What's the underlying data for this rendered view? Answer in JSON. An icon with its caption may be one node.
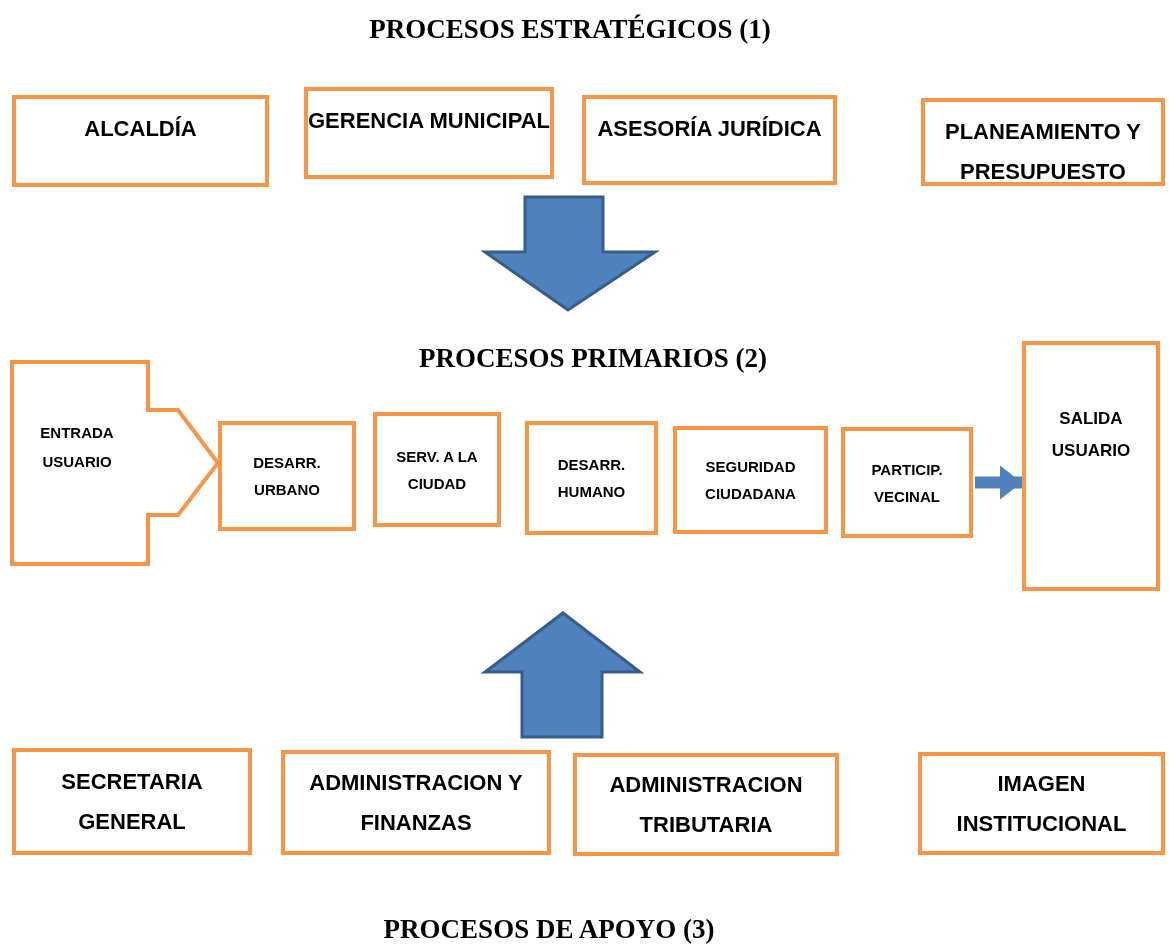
{
  "diagram": {
    "nodes": [
      {
        "text": [
          "ALCALDÍA"
        ]
      },
      {
        "text": [
          "GERENCIA MUNICIPAL"
        ]
      },
      {
        "text": [
          "ASESORÍA JURÍDICA"
        ]
      },
      {
        "text": [
          "PLANEAMIENTO Y PRESUPUESTO"
        ]
      },
      {
        "text": [
          "ENTRADA USUARIO"
        ]
      },
      {
        "text": [
          "DESARR. URBANO"
        ]
      },
      {
        "text": [
          "SERV. A LA CIUDAD"
        ]
      },
      {
        "text": [
          "DESARR. HUMANO"
        ]
      },
      {
        "text": [
          "SEGURIDAD CIUDADANA"
        ]
      },
      {
        "text": [
          "PARTICIP. VECINAL"
        ]
      },
      {
        "text": [
          "SALIDA USUARIO"
        ]
      },
      {
        "text": [
          "SECRETARIA GENERAL"
        ]
      },
      {
        "text": [
          "ADMINISTRACION Y FINANZAS"
        ]
      },
      {
        "text": [
          "ADMINISTRACION TRIBUTARIA"
        ]
      },
      {
        "text": [
          "IMAGEN INSTITUCIONAL"
        ]
      }
    ],
    "edges": [
      {
        "from": 9,
        "to": 10,
        "arrow": "to"
      }
    ],
    "labels": [
      "PROCESOS ESTRATÉGICOS (1)",
      "PROCESOS PRIMARIOS (2)",
      "PROCESOS DE APOYO (3)"
    ]
  }
}
